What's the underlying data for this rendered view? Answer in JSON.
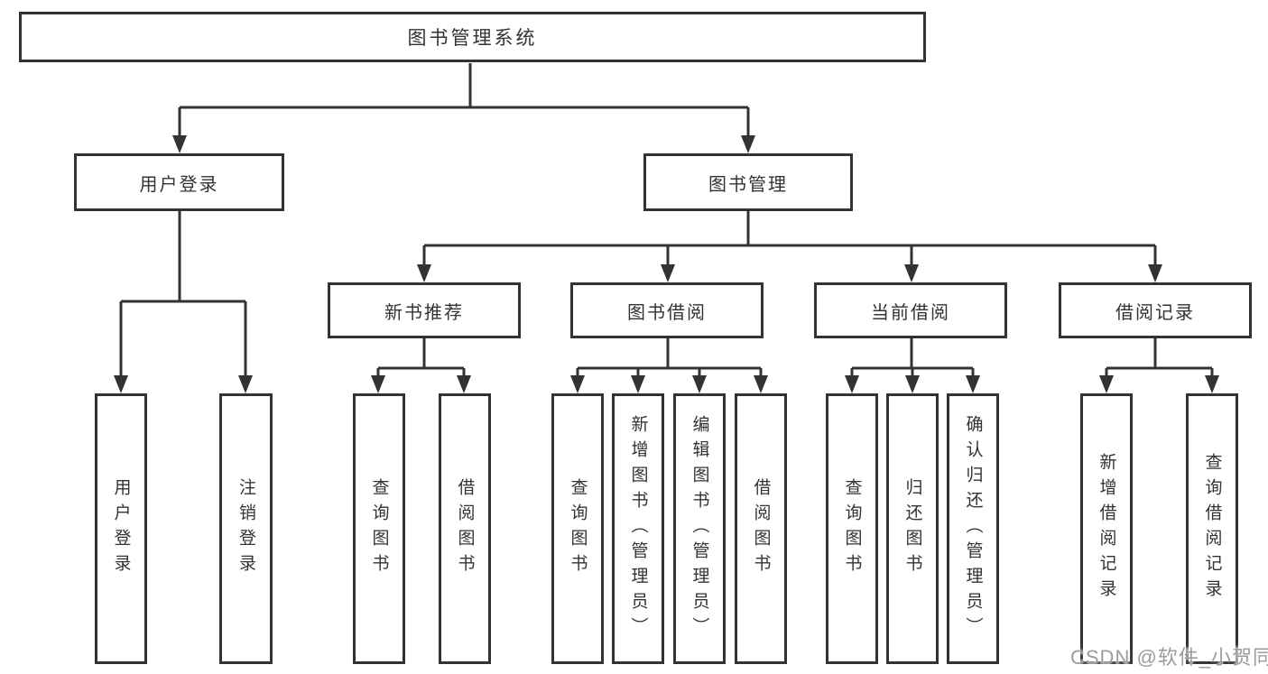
{
  "diagram": {
    "title": "图书管理系统",
    "level2": [
      {
        "label": "用户登录"
      },
      {
        "label": "图书管理"
      }
    ],
    "login_children": [
      "用户登录",
      "注销登录"
    ],
    "sections": [
      {
        "label": "新书推荐",
        "children": [
          "查询图书",
          "借阅图书"
        ]
      },
      {
        "label": "图书借阅",
        "children": [
          "查询图书",
          "新增图书（管理员）",
          "编辑图书（管理员）",
          "借阅图书"
        ]
      },
      {
        "label": "当前借阅",
        "children": [
          "查询图书",
          "归还图书",
          "确认归还（管理员）"
        ]
      },
      {
        "label": "借阅记录",
        "children": [
          "新增借阅记录",
          "查询借阅记录"
        ]
      }
    ]
  },
  "watermark": {
    "text": "CSDN @软件_小贺同学",
    "color": "#9c9c9c"
  },
  "colors": {
    "line": "#333333",
    "text": "#333333",
    "background": "#ffffff"
  }
}
